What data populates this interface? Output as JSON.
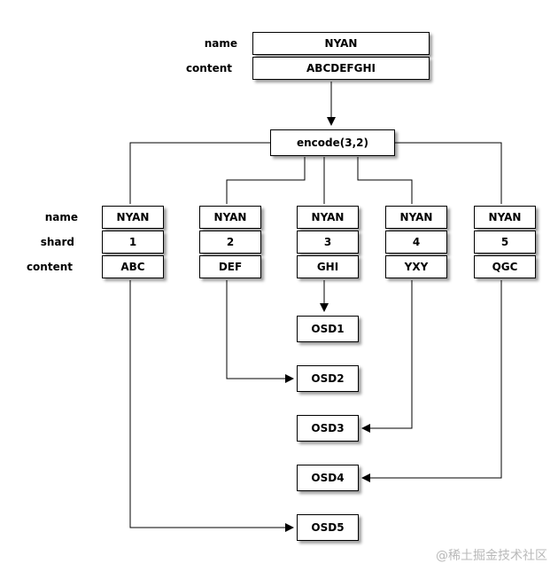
{
  "input": {
    "name_label": "name",
    "content_label": "content",
    "name_value": "NYAN",
    "content_value": "ABCDEFGHI"
  },
  "encode": {
    "label": "encode(3,2)"
  },
  "shard_rows": {
    "name_label": "name",
    "shard_label": "shard",
    "content_label": "content"
  },
  "shards": [
    {
      "name": "NYAN",
      "shard": "1",
      "content": "ABC"
    },
    {
      "name": "NYAN",
      "shard": "2",
      "content": "DEF"
    },
    {
      "name": "NYAN",
      "shard": "3",
      "content": "GHI"
    },
    {
      "name": "NYAN",
      "shard": "4",
      "content": "YXY"
    },
    {
      "name": "NYAN",
      "shard": "5",
      "content": "QGC"
    }
  ],
  "osds": [
    "OSD1",
    "OSD2",
    "OSD3",
    "OSD4",
    "OSD5"
  ],
  "watermark": "@稀土掘金技术社区"
}
